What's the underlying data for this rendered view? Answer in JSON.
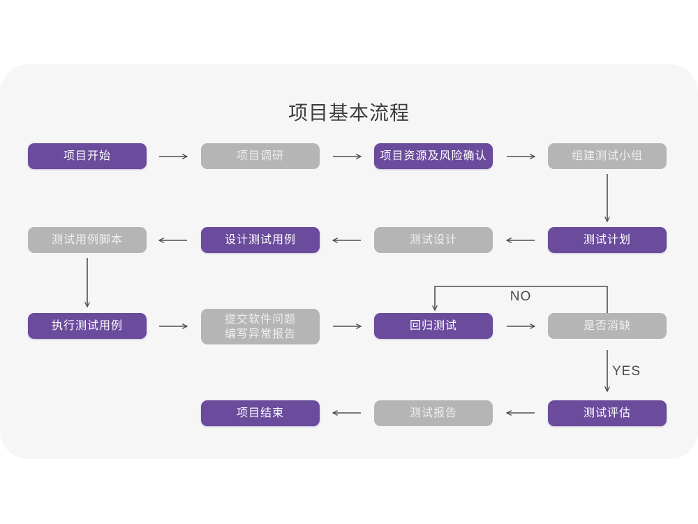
{
  "title": "项目基本流程",
  "colors": {
    "purple": "#6a4b9c",
    "gray": "#b5b5b5",
    "card_bg": "#f6f6f7",
    "arrow": "#4f4f4f"
  },
  "branch_labels": {
    "no": "NO",
    "yes": "YES"
  },
  "nodes": {
    "project_start": {
      "label": "项目开始",
      "variant": "purple"
    },
    "project_research": {
      "label": "项目调研",
      "variant": "gray"
    },
    "resource_risk": {
      "label": "项目资源及风险确认",
      "variant": "purple"
    },
    "build_test_team": {
      "label": "组建测试小组",
      "variant": "gray"
    },
    "test_plan": {
      "label": "测试计划",
      "variant": "purple"
    },
    "test_design": {
      "label": "测试设计",
      "variant": "gray"
    },
    "design_test_case": {
      "label": "设计测试用例",
      "variant": "purple"
    },
    "test_case_script": {
      "label": "测试用例脚本",
      "variant": "gray"
    },
    "execute_test_case": {
      "label": "执行测试用例",
      "variant": "purple"
    },
    "submit_issue": {
      "label": "提交软件问题",
      "label2": "编写异常报告",
      "variant": "gray"
    },
    "regression_test": {
      "label": "回归测试",
      "variant": "purple"
    },
    "defect_check": {
      "label": "是否消缺",
      "variant": "gray"
    },
    "test_evaluate": {
      "label": "测试评估",
      "variant": "purple"
    },
    "test_report": {
      "label": "测试报告",
      "variant": "gray"
    },
    "project_end": {
      "label": "项目结束",
      "variant": "purple"
    }
  }
}
